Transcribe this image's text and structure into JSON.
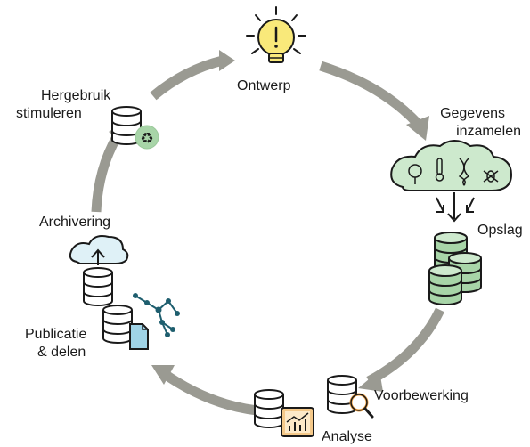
{
  "stages": {
    "ontwerp": "Ontwerp",
    "gegevens_line1": "Gegevens",
    "gegevens_line2": "inzamelen",
    "opslag": "Opslag",
    "voorbewerking": "Voorbewerking",
    "analyse": "Analyse",
    "publicatie_line1": "Publicatie",
    "publicatie_line2": "& delen",
    "archivering": "Archivering",
    "hergebruik_line1": "Hergebruik",
    "hergebruik_line2": "stimuleren"
  },
  "icons": {
    "ontwerp": "lightbulb-icon",
    "gegevens": "cloud-sensors-icon",
    "opslag": "database-stack-icon",
    "voorbewerking": "database-search-icon",
    "analyse": "database-chart-icon",
    "publicatie": "database-document-network-icon",
    "archivering": "cloud-upload-database-icon",
    "hergebruik": "database-recycle-icon"
  },
  "colors": {
    "cycle_arrow": "#9a9a92",
    "green_fill": "#a8d5a8",
    "green_soft": "#cde9cd",
    "yellow_glow": "#f9e97a",
    "orange_accent": "#f0a040",
    "blue_accent": "#9fd3e6",
    "teal_dark": "#1e5e6e",
    "outline": "#1a1a1a"
  }
}
